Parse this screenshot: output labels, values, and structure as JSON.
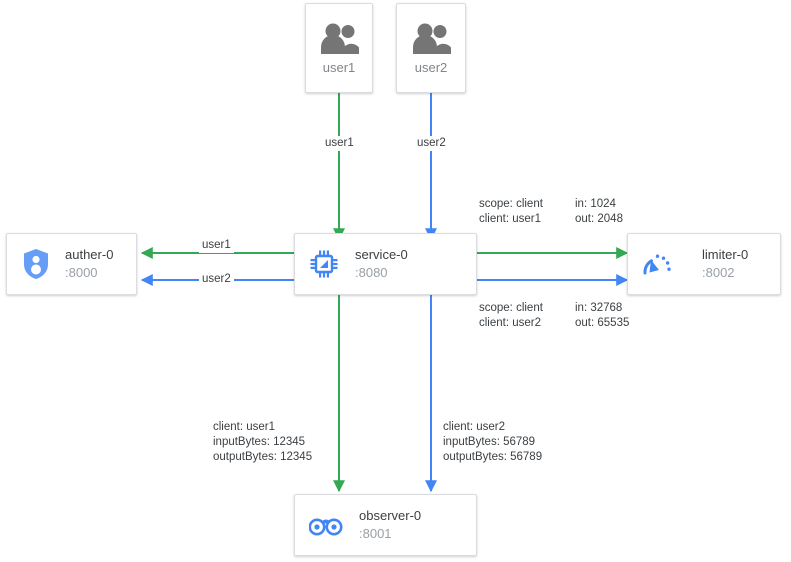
{
  "diagram": {
    "type": "service-topology",
    "background": "#ffffff",
    "colors": {
      "green": "#34a853",
      "blue": "#4285f4",
      "node_border": "#dadce0",
      "title_text": "#3c4043",
      "sub_text": "#9aa0a6",
      "actor_icon": "#757575",
      "service_icon": "#4285f4"
    },
    "nodes": [
      {
        "id": "user1",
        "icon": "users-icon",
        "title": "user1",
        "sub": ""
      },
      {
        "id": "user2",
        "icon": "users-icon",
        "title": "user2",
        "sub": ""
      },
      {
        "id": "auther",
        "icon": "shield-person-icon",
        "title": "auther-0",
        "sub": ":8000"
      },
      {
        "id": "service",
        "icon": "cpu-chip-icon",
        "title": "service-0",
        "sub": ":8080"
      },
      {
        "id": "limiter",
        "icon": "speedometer-icon",
        "title": "limiter-0",
        "sub": ":8002"
      },
      {
        "id": "observer",
        "icon": "binoculars-icon",
        "title": "observer-0",
        "sub": ":8001"
      }
    ],
    "edges": [
      {
        "from": "user1",
        "to": "service",
        "color": "green",
        "label": "user1"
      },
      {
        "from": "user2",
        "to": "service",
        "color": "blue",
        "label": "user2"
      },
      {
        "from": "service",
        "to": "auther",
        "color": "green",
        "label": "user1"
      },
      {
        "from": "service",
        "to": "auther",
        "color": "blue",
        "label": "user2"
      },
      {
        "from": "service",
        "to": "limiter",
        "color": "green",
        "label": "scope: client\nclient: user1\nin: 1024\nout: 2048"
      },
      {
        "from": "service",
        "to": "limiter",
        "color": "blue",
        "label": "scope: client\nclient: user2\nin: 32768\nout: 65535"
      },
      {
        "from": "service",
        "to": "observer",
        "color": "green",
        "label": "client: user1\ninputBytes: 12345\noutputBytes: 12345"
      },
      {
        "from": "service",
        "to": "observer",
        "color": "blue",
        "label": "client: user2\ninputBytes: 56789\noutputBytes: 56789"
      }
    ],
    "labels": {
      "user1_edge": "user1",
      "user2_edge": "user2",
      "auther_edge_green": "user1",
      "auther_edge_blue": "user2",
      "limiter_top_left": "scope: client\nclient: user1",
      "limiter_top_right": "in: 1024\nout: 2048",
      "limiter_bottom_left": "scope: client\nclient: user2",
      "limiter_bottom_right": "in: 32768\nout: 65535",
      "observer_left": "client: user1\ninputBytes: 12345\noutputBytes: 12345",
      "observer_right": "client: user2\ninputBytes: 56789\noutputBytes: 56789"
    }
  }
}
